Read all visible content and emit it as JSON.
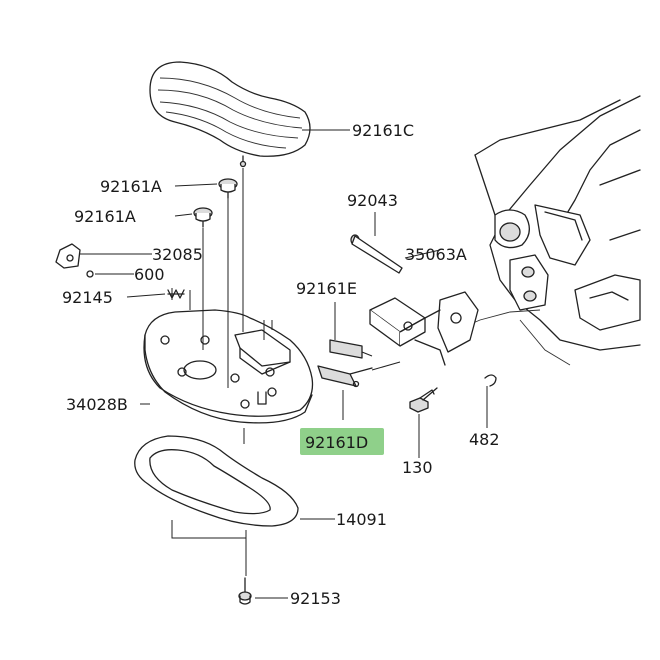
{
  "highlight_color": "#8fd08a",
  "parts": [
    {
      "id": "92161C"
    },
    {
      "id": "92161A"
    },
    {
      "id": "92161A"
    },
    {
      "id": "32085"
    },
    {
      "id": "600"
    },
    {
      "id": "92145"
    },
    {
      "id": "34028B"
    },
    {
      "id": "14091"
    },
    {
      "id": "92153"
    },
    {
      "id": "92043"
    },
    {
      "id": "35063A"
    },
    {
      "id": "92161E"
    },
    {
      "id": "92161D",
      "highlighted": true
    },
    {
      "id": "130"
    },
    {
      "id": "482"
    }
  ]
}
